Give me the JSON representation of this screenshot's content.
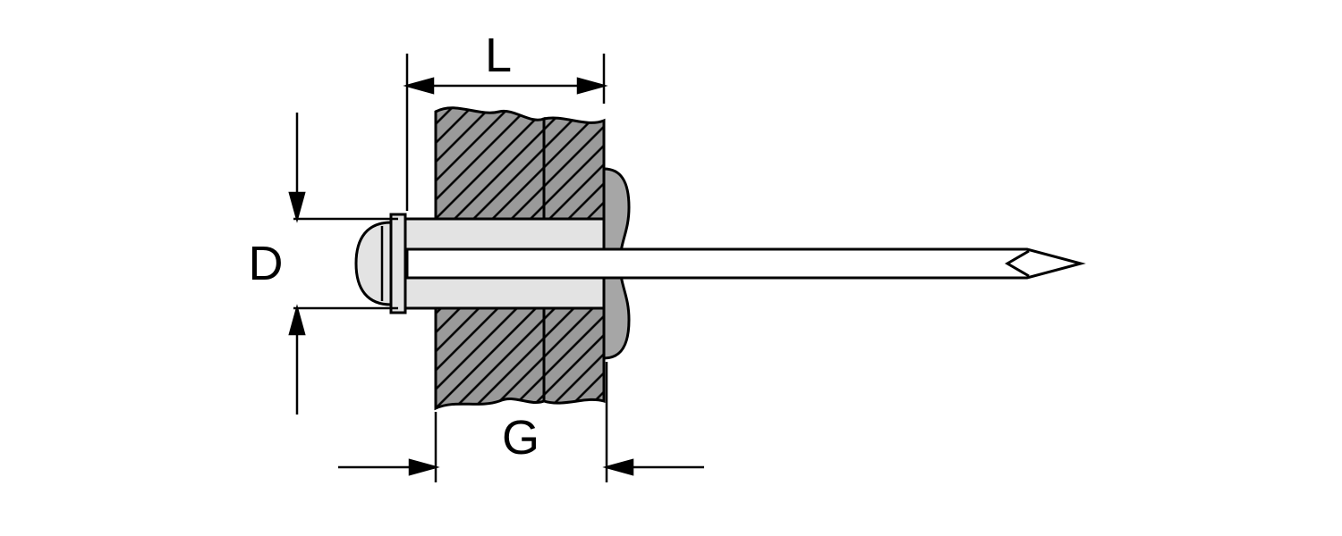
{
  "diagram": {
    "labels": {
      "length": "L",
      "diameter": "D",
      "grip": "G"
    },
    "colors": {
      "background": "#ffffff",
      "line": "#000000",
      "plate": "#9a9a9a",
      "bulge": "#a6a6a6",
      "rivet": "#e3e3e3",
      "mandrel": "#ffffff"
    }
  }
}
